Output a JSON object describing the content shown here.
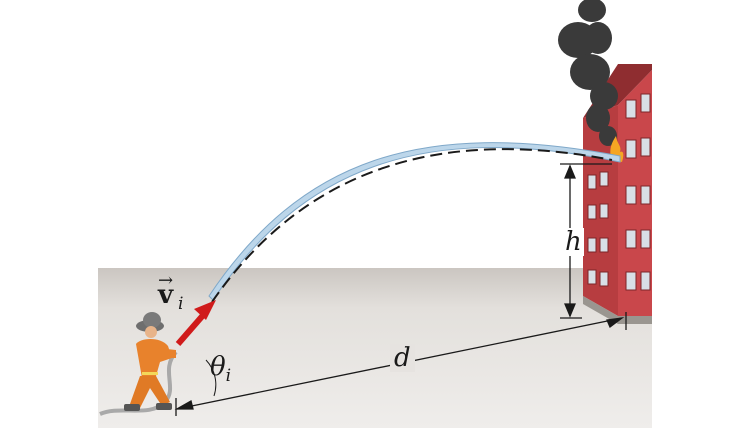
{
  "labels": {
    "velocity_letter": "v",
    "velocity_subscript": "i",
    "velocity_arrow": "→",
    "angle_letter": "θ",
    "angle_subscript": "i",
    "height": "h",
    "distance": "d"
  },
  "colors": {
    "ground": "#dedad6",
    "ground_dark": "#cfcac5",
    "brick": "#c9474b",
    "brick_side": "#a8363a",
    "window": "#d8dfe6",
    "water": "#bcd6ea",
    "velocity_arrow": "#d01b1b",
    "firefighter_suit": "#e8822c",
    "smoke": "#3a3a3a",
    "fire": "#f5a623"
  },
  "icons": {
    "figure": "firefighter-icon",
    "building": "building-icon",
    "smoke": "smoke-icon",
    "fire": "flame-icon"
  }
}
